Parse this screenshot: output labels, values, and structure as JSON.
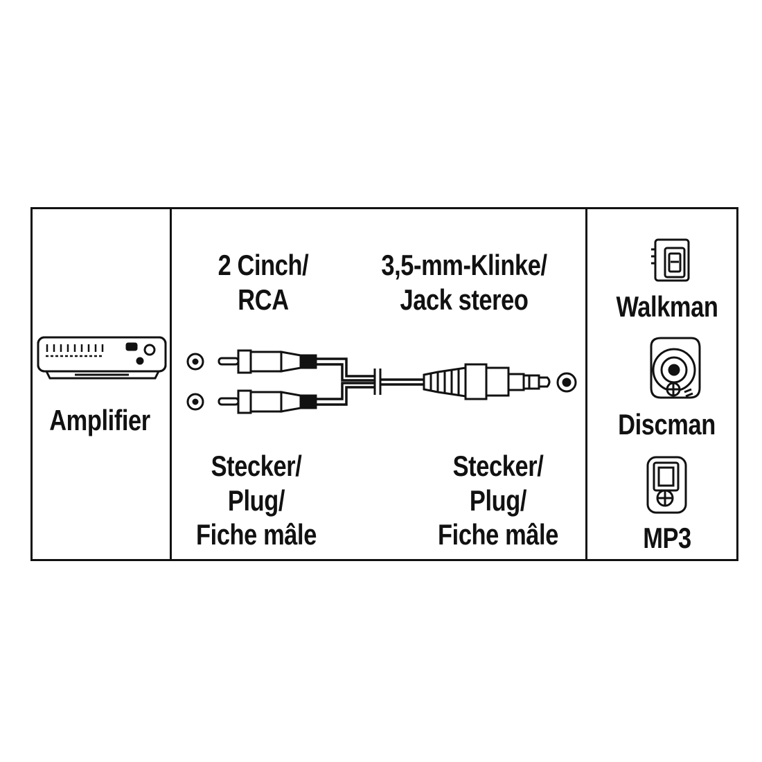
{
  "left_panel": {
    "device_label": "Amplifier"
  },
  "middle_panel": {
    "left_top_line1": "2 Cinch/",
    "left_top_line2": "RCA",
    "right_top_line1": "3,5-mm-Klinke/",
    "right_top_line2": "Jack stereo",
    "left_bottom_line1": "Stecker/",
    "left_bottom_line2": "Plug/",
    "left_bottom_line3": "Fiche mâle",
    "right_bottom_line1": "Stecker/",
    "right_bottom_line2": "Plug/",
    "right_bottom_line3": "Fiche mâle"
  },
  "right_panel": {
    "device1_label": "Walkman",
    "device2_label": "Discman",
    "device3_label": "MP3"
  },
  "icons": [
    "amplifier-icon",
    "rca-socket-icon",
    "rca-plug-icon",
    "jack-plug-icon",
    "jack-socket-icon",
    "walkman-icon",
    "discman-icon",
    "mp3-player-icon"
  ],
  "colors": {
    "ink": "#111111",
    "background": "#ffffff"
  }
}
